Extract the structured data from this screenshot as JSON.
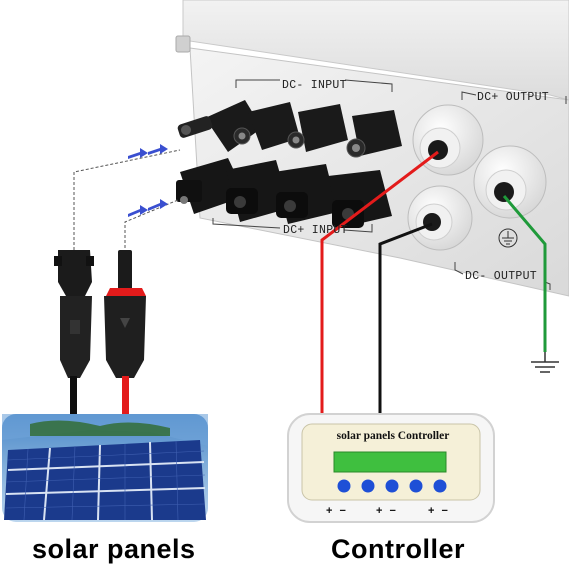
{
  "labels": {
    "dc_input_top": "DC- INPUT",
    "dc_input_bottom": "DC+ INPUT",
    "dc_plus_output": "DC+ OUTPUT",
    "dc_minus_output": "DC- OUTPUT"
  },
  "controller": {
    "title": "solar panels Controller",
    "terminals": [
      "+ −",
      "+ −",
      "+ −"
    ],
    "buttons": 5
  },
  "captions": {
    "solar": "solar panels",
    "controller": "Controller"
  },
  "colors": {
    "red_wire": "#e31b1b",
    "black_wire": "#111111",
    "green_wire": "#1f9a3a",
    "box": "#e9e9e9",
    "lcd": "#3fbf3f",
    "button": "#1e4fd6",
    "controller_panel": "#f5f0d8",
    "arrow": "#3a4fd0"
  },
  "icons": [
    "ground-symbol-icon",
    "earth-ground-icon"
  ]
}
